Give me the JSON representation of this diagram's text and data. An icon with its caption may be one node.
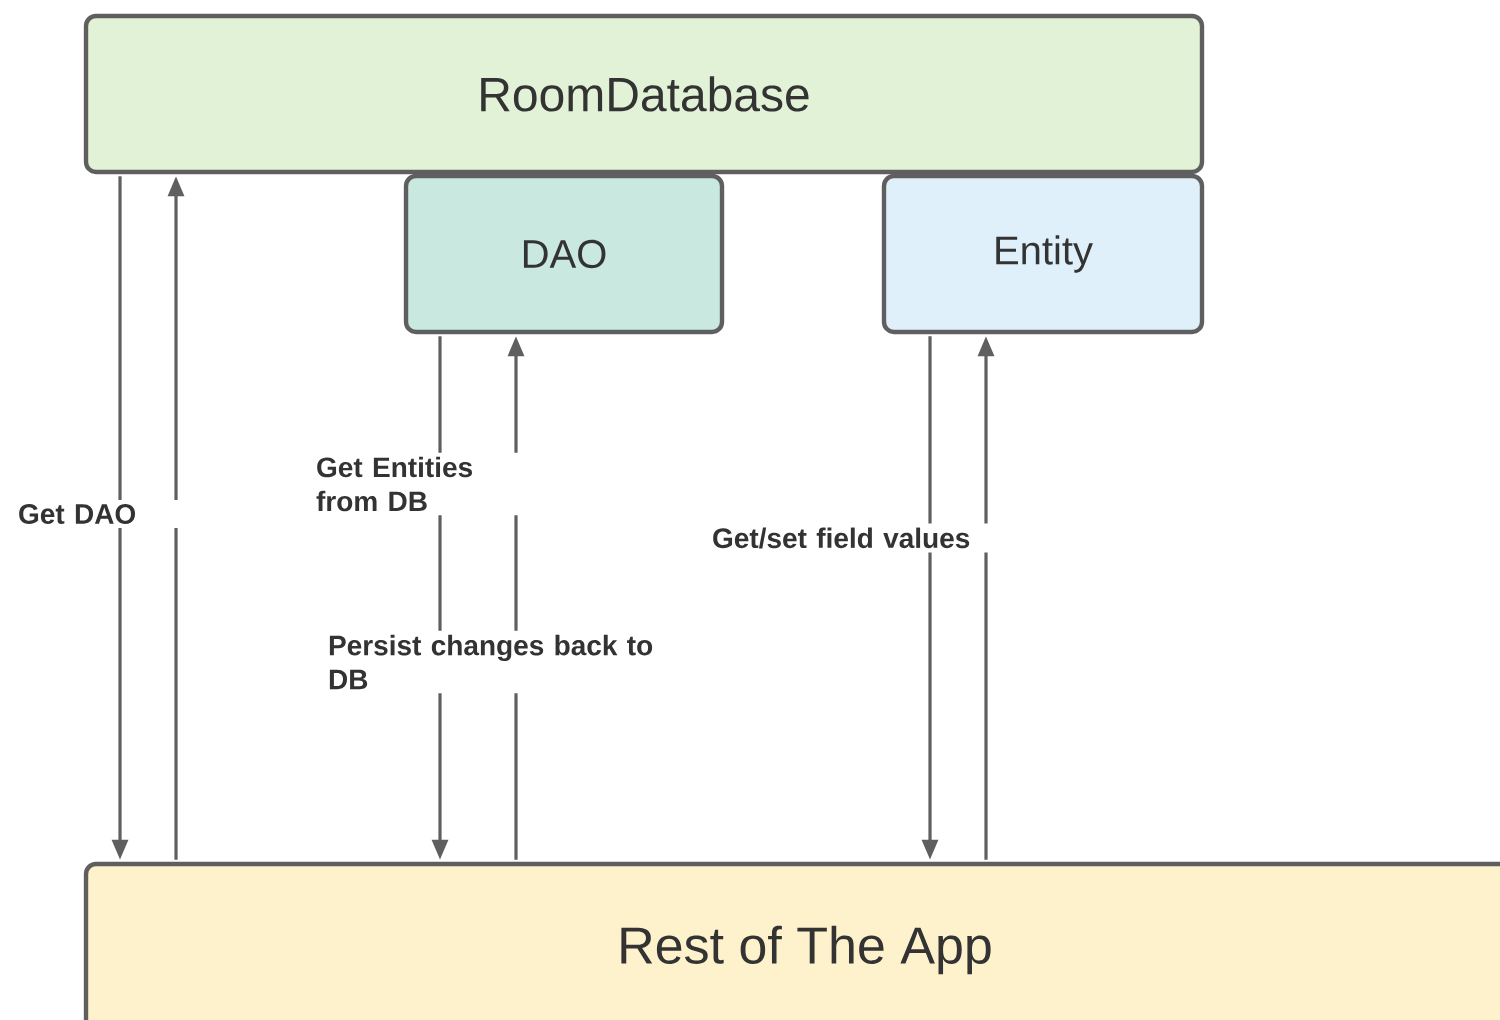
{
  "diagram": {
    "nodes": [
      {
        "text": [
          "RoomDatabase"
        ]
      },
      {
        "text": [
          "DAO"
        ]
      },
      {
        "text": [
          "Entity"
        ]
      },
      {
        "text": [
          "Rest of The App"
        ]
      }
    ],
    "edges": [
      {
        "from": 0,
        "to": 3,
        "arrow": "to",
        "label": "Get DAO"
      },
      {
        "from": 3,
        "to": 0,
        "arrow": "to"
      },
      {
        "from": 1,
        "to": 3,
        "arrow": "to",
        "label": "Get Entities from DB"
      },
      {
        "from": 3,
        "to": 1,
        "arrow": "to",
        "label": "Persist changes back to DB"
      },
      {
        "from": 2,
        "to": 3,
        "arrow": "to",
        "label": "Get/set field values"
      },
      {
        "from": 3,
        "to": 2,
        "arrow": "to"
      }
    ]
  }
}
